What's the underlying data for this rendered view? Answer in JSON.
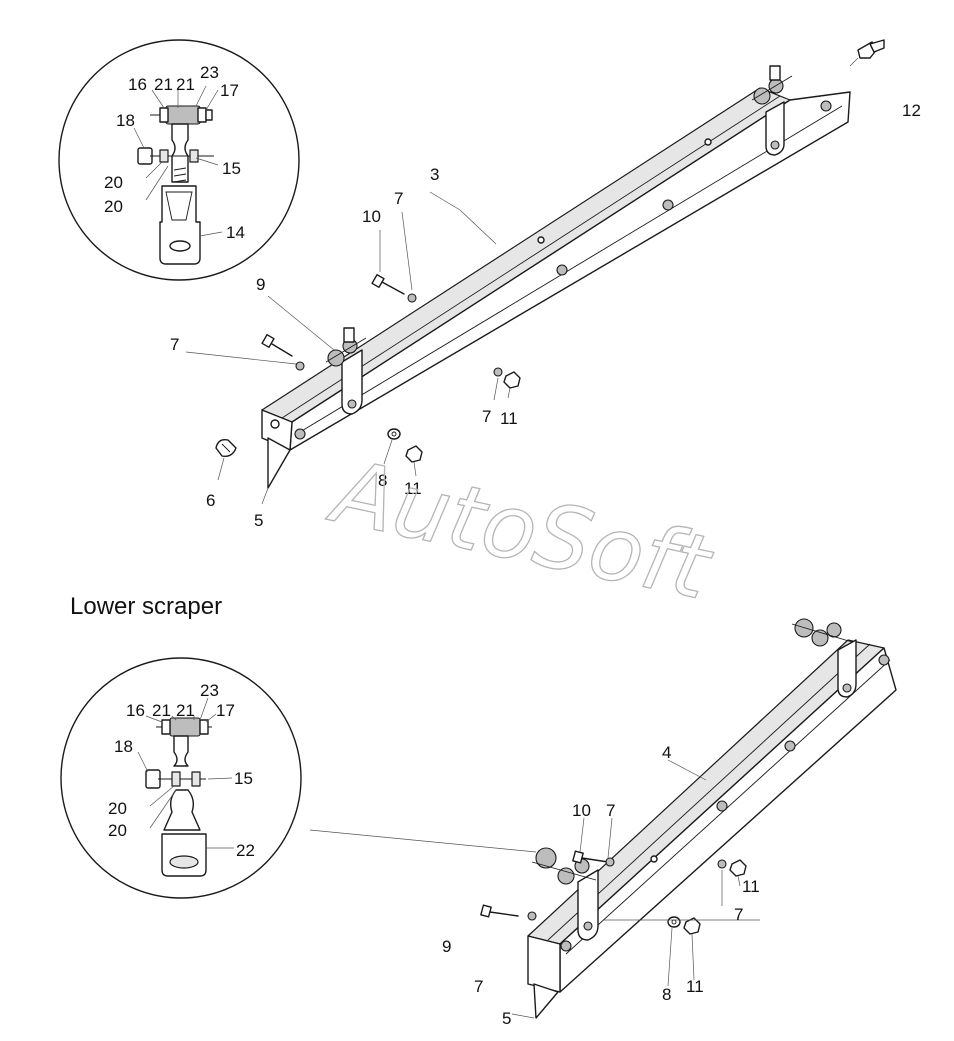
{
  "heading": "Lower scraper",
  "watermark": "AutoSoft",
  "upper_assembly": {
    "detail_labels": {
      "d16": "16",
      "d21a": "21",
      "d21b": "21",
      "d23": "23",
      "d17": "17",
      "d18": "18",
      "d15": "15",
      "d20a": "20",
      "d20b": "20",
      "d14": "14"
    },
    "part_labels": {
      "p3": "3",
      "p12": "12",
      "p10": "10",
      "p7a": "7",
      "p9": "9",
      "p7b": "7",
      "p7c": "7",
      "p11a": "11",
      "p8": "8",
      "p11b": "11",
      "p6": "6",
      "p5": "5"
    }
  },
  "lower_assembly": {
    "detail_labels": {
      "d23": "23",
      "d16": "16",
      "d21a": "21",
      "d21b": "21",
      "d17": "17",
      "d18": "18",
      "d15": "15",
      "d20a": "20",
      "d20b": "20",
      "d22": "22"
    },
    "part_labels": {
      "p4": "4",
      "p10": "10",
      "p7a": "7",
      "p11a": "11",
      "p7b": "7",
      "p9": "9",
      "p7c": "7",
      "p8": "8",
      "p11b": "11",
      "p5": "5"
    }
  }
}
